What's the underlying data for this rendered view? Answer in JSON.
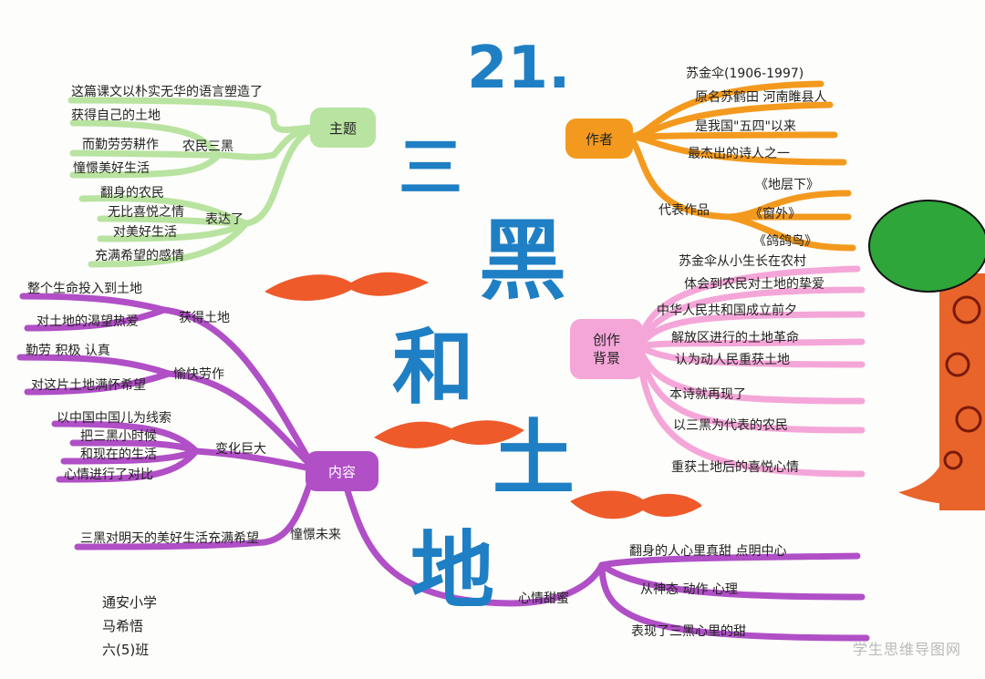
{
  "lesson_number": "21.",
  "title_chars": [
    "三",
    "黑",
    "和",
    "土",
    "地"
  ],
  "colors": {
    "title": "#1f7fc4",
    "green": "#b9e3a0",
    "orange": "#f39a1e",
    "pink": "#f5a6d8",
    "purple": "#b04fc6",
    "bird": "#ee5a2a",
    "tree_green": "#2ea63a",
    "trunk": "#e8642a"
  },
  "theme_branch": {
    "label": "主题",
    "items": [
      "这篇课文以朴实无华的语言塑造了",
      "获得自己的土地",
      "而勤劳劳耕作",
      "农民三黑",
      "憧憬美好生活",
      "翻身的农民",
      "无比喜悦之情",
      "表达了",
      "对美好生活",
      "充满希望的感情"
    ]
  },
  "author_branch": {
    "label": "作者",
    "items": [
      "苏金伞(1906-1997)",
      "原名苏鹤田 河南睢县人",
      "是我国\"五四\"以来",
      "最杰出的诗人之一",
      "代表作品",
      "《地层下》",
      "《窗外》",
      "《鸽鸽鸟》"
    ]
  },
  "background_branch": {
    "label_line1": "创作",
    "label_line2": "背景",
    "items": [
      "苏金伞从小生长在农村",
      "体会到农民对土地的挚爱",
      "中华人民共和国成立前夕",
      "解放区进行的土地革命",
      "认为动人民重获土地",
      "本诗就再现了",
      "以三黑为代表的农民",
      "重获土地后的喜悦心情"
    ]
  },
  "content_branch": {
    "label": "内容",
    "items": [
      "整个生命投入到土地",
      "获得土地",
      "对土地的渴望热爱",
      "勤劳 积极 认真",
      "愉快劳作",
      "对这片土地满怀希望",
      "以中国中国儿为线索",
      "把三黑小时候",
      "变化巨大",
      "和现在的生活",
      "心情进行了对比",
      "三黑对明天的美好生活充满希望",
      "憧憬未来",
      "心情甜蜜",
      "翻身的人心里真甜 点明中心",
      "从神态 动作 心理",
      "表现了三黑心里的甜"
    ]
  },
  "signature": [
    "通安小学",
    "马希悟",
    "六(5)班"
  ],
  "watermark": "学生思维导图网"
}
